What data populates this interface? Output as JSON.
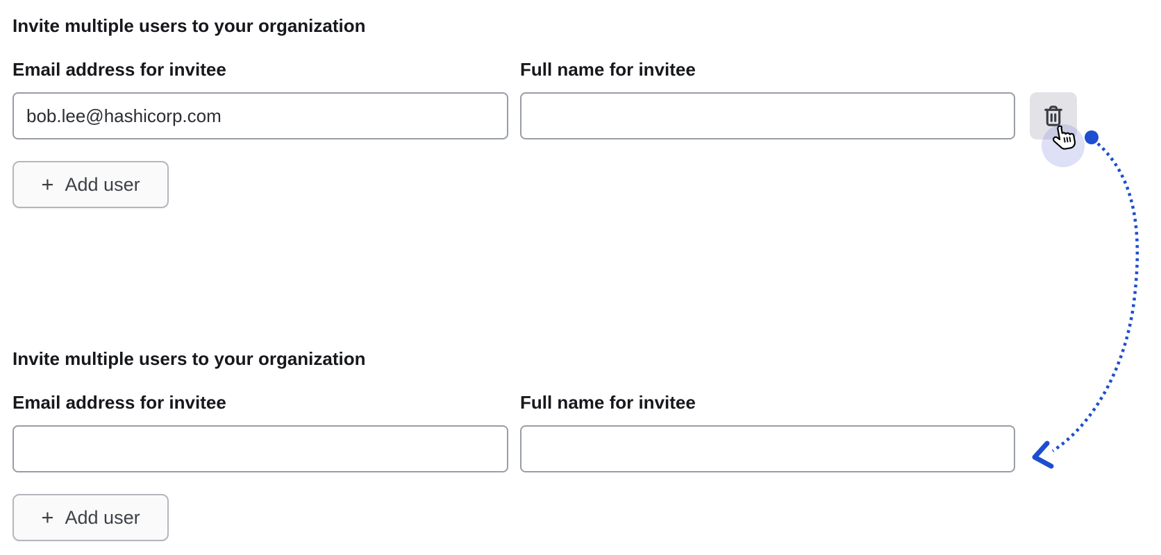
{
  "sections": [
    {
      "heading": "Invite multiple users to your organization",
      "fields": [
        {
          "label": "Email address for invitee",
          "value": "bob.lee@hashicorp.com"
        },
        {
          "label": "Full name for invitee",
          "value": ""
        }
      ],
      "add_button": {
        "plus": "+",
        "label": "Add user"
      },
      "delete_button": {
        "icon": "trash-icon"
      }
    },
    {
      "heading": "Invite multiple users to your organization",
      "fields": [
        {
          "label": "Email address for invitee",
          "value": ""
        },
        {
          "label": "Full name for invitee",
          "value": ""
        }
      ],
      "add_button": {
        "plus": "+",
        "label": "Add user"
      }
    }
  ],
  "annotation": {
    "accent_blue": "#1d4ed0",
    "halo_color": "rgba(124,131,218,0.25)",
    "cursor_icon": "hand-pointer-icon",
    "dot_icon": "click-origin-dot"
  }
}
